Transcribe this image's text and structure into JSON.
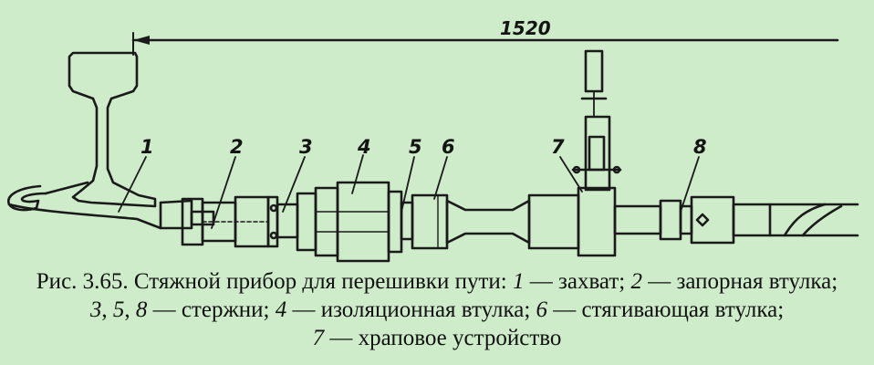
{
  "dimension": {
    "value": "1520"
  },
  "labels": [
    "1",
    "2",
    "3",
    "4",
    "5",
    "6",
    "7",
    "8"
  ],
  "caption": {
    "prefix": "Рис. 3.65. Стяжной прибор для перешивки пути: ",
    "items": [
      {
        "num": "1",
        "text": " — захват; "
      },
      {
        "num": "2",
        "text": " — запорная втулка; "
      },
      {
        "num": "3",
        "text": ", "
      },
      {
        "num": "5",
        "text": ", "
      },
      {
        "num": "8",
        "text": " — стержни; "
      },
      {
        "num": "4",
        "text": " — изоляционная втулка; "
      },
      {
        "num": "6",
        "text": " — стягивающая втулка; "
      },
      {
        "num": "7",
        "text": " — храповое устройство"
      }
    ]
  }
}
